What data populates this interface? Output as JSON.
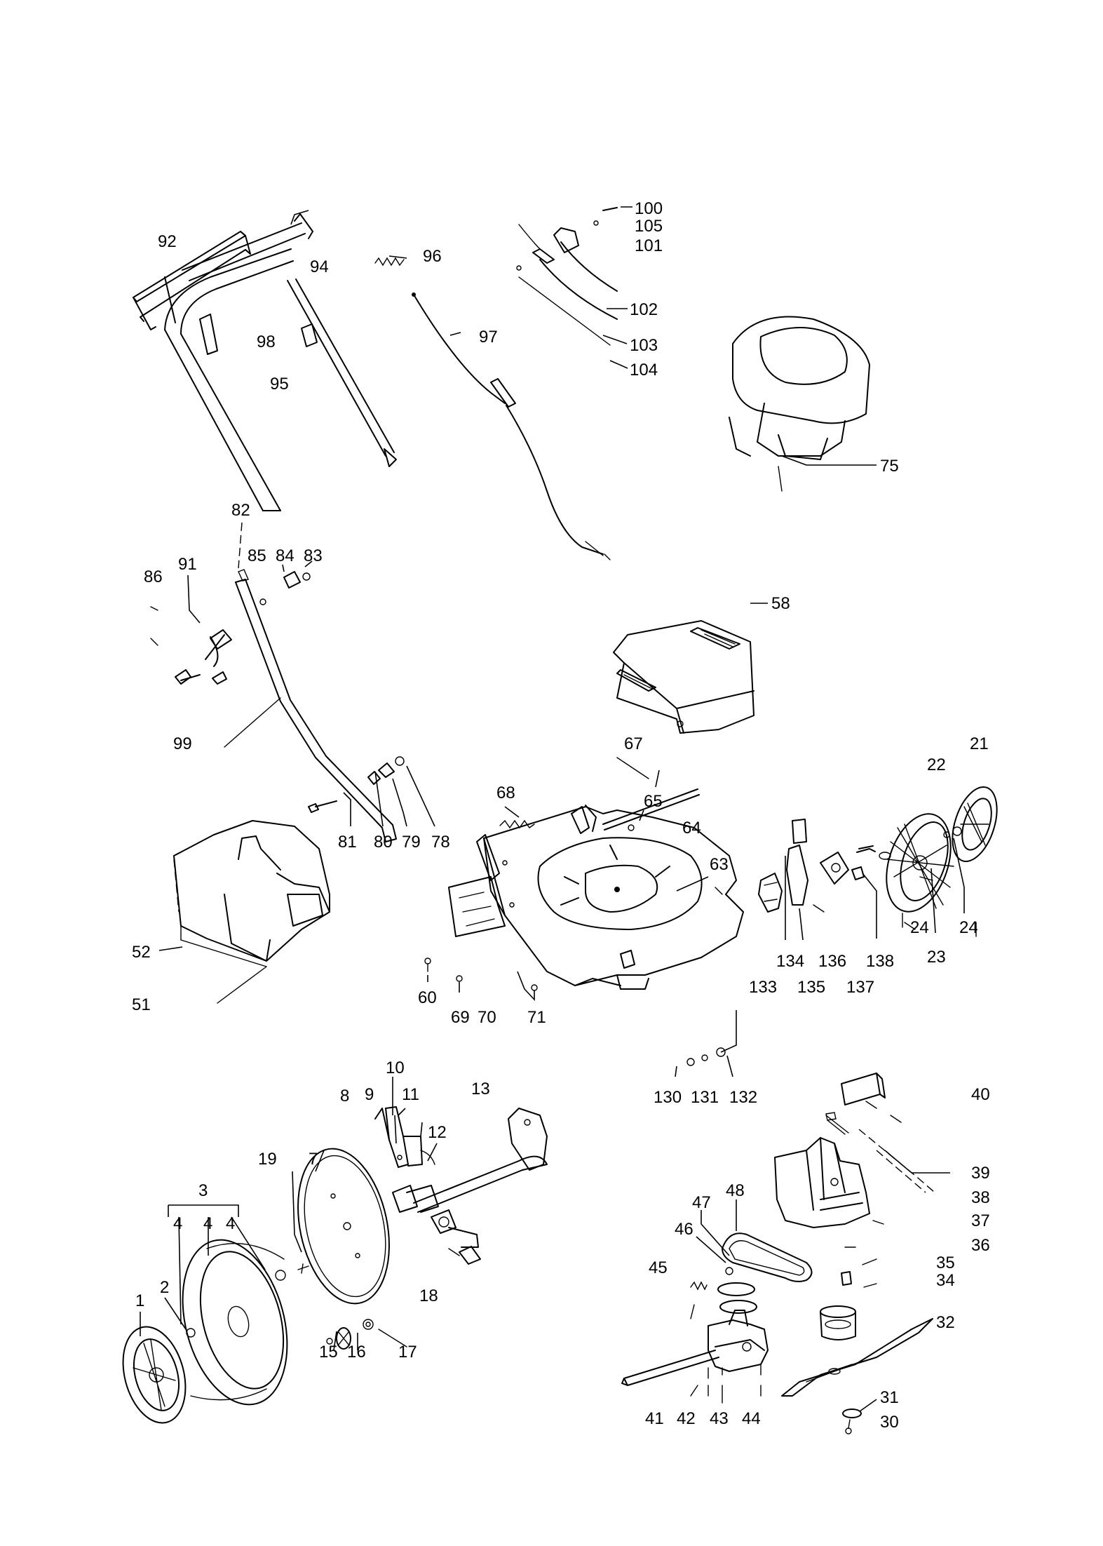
{
  "labels": {
    "l1": "1",
    "l2": "2",
    "l3": "3",
    "l4a": "4",
    "l4b": "4",
    "l4c": "4",
    "l7": "7",
    "l8": "8",
    "l9": "9",
    "l10": "10",
    "l11": "11",
    "l12": "12",
    "l13": "13",
    "l15": "15",
    "l16": "16",
    "l17": "17",
    "l18": "18",
    "l19": "19",
    "l21": "21",
    "l22": "22",
    "l23": "23",
    "l24a": "24",
    "l24b": "24",
    "l30": "30",
    "l31": "31",
    "l32": "32",
    "l34": "34",
    "l35": "35",
    "l36": "36",
    "l37": "37",
    "l38": "38",
    "l39": "39",
    "l40": "40",
    "l41": "41",
    "l42": "42",
    "l43": "43",
    "l44": "44",
    "l45": "45",
    "l46": "46",
    "l47": "47",
    "l48": "48",
    "l51": "51",
    "l52": "52",
    "l58": "58",
    "l60": "60",
    "l63": "63",
    "l64": "64",
    "l65": "65",
    "l67": "67",
    "l68": "68",
    "l69": "69",
    "l70": "70",
    "l71": "71",
    "l75": "75",
    "l78": "78",
    "l79": "79",
    "l80": "80",
    "l81": "81",
    "l82": "82",
    "l83": "83",
    "l84": "84",
    "l85": "85",
    "l86": "86",
    "l91": "91",
    "l92": "92",
    "l94": "94",
    "l95": "95",
    "l96": "96",
    "l97": "97",
    "l98": "98",
    "l99": "99",
    "l100": "100",
    "l101": "101",
    "l102": "102",
    "l103": "103",
    "l104": "104",
    "l105": "105",
    "l130": "130",
    "l131": "131",
    "l132": "132",
    "l133": "133",
    "l134": "134",
    "l135": "135",
    "l136": "136",
    "l137": "137",
    "l138": "138"
  }
}
